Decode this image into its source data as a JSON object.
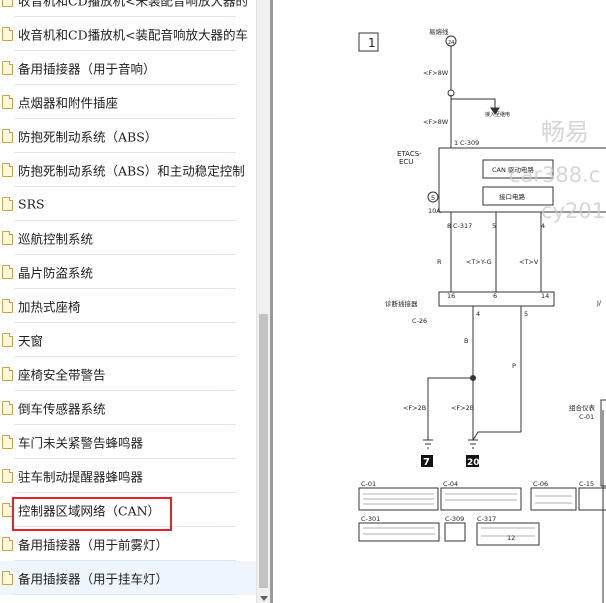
{
  "sidebar": {
    "items": [
      {
        "label": "收音机和CD播放机<未装配音响放大器的"
      },
      {
        "label": "收音机和CD播放机<装配音响放大器的车"
      },
      {
        "label": "备用插接器（用于音响）"
      },
      {
        "label": "点烟器和附件插座"
      },
      {
        "label": "防抱死制动系统（ABS）"
      },
      {
        "label": "防抱死制动系统（ABS）和主动稳定控制"
      },
      {
        "label": "SRS"
      },
      {
        "label": "巡航控制系统"
      },
      {
        "label": "晶片防盗系统"
      },
      {
        "label": "加热式座椅"
      },
      {
        "label": "天窗"
      },
      {
        "label": "座椅安全带警告"
      },
      {
        "label": "倒车传感器系统"
      },
      {
        "label": "车门未关紧警告蜂鸣器"
      },
      {
        "label": "驻车制动提醒器蜂鸣器"
      },
      {
        "label": "控制器区域网络（CAN）"
      },
      {
        "label": "备用插接器（用于前雾灯）"
      },
      {
        "label": "备用插接器（用于挂车灯）"
      }
    ],
    "highlighted_item": "控制器区域网络（CAN）",
    "selected_item": "备用插接器（用于挂车灯）"
  },
  "diagram": {
    "page_box": "1",
    "fuse_label": "易熔线",
    "fuse_num": "24",
    "wire_top_1": "<F>8W",
    "ref_note": "接入至继电",
    "wire_top_2": "<F>8W",
    "pin_1": "1",
    "conn_c309": "C-309",
    "ecu_label_1": "ETACS-",
    "ecu_label_2": "ECU",
    "can_drive": "CAN 驱动电路",
    "interface_circuit": "接口电路",
    "fuse_no": "5",
    "fuse_amp": "10A",
    "pin_8": "8",
    "conn_c317": "C-317",
    "pin_5": "5",
    "pin_4": "4",
    "wire_r": "R",
    "wire_tyg": "<T>Y-G",
    "wire_tv": "<T>V",
    "diag_conn_label": "诊断插接器",
    "conn_c26": "C-26",
    "pin_16": "16",
    "pin_6": "6",
    "pin_14": "14",
    "pin_4b": "4",
    "pin_5b": "5",
    "wire_b": "B",
    "wire_p": "P",
    "wire_f2b_1": "<F>2B",
    "wire_f2b_2": "<F>2B",
    "ground_7": "7",
    "ground_20": "20",
    "combi_meter": "组合仪表",
    "conn_c01r": "C-01",
    "right_j": "J/",
    "conn_c01": "C-01",
    "conn_c04": "C-04",
    "conn_c06": "C-06",
    "conn_c15": "C-15",
    "conn_c301": "C-301",
    "conn_c309b": "C-309",
    "conn_c317b": "C-317",
    "conn_pin_12": "12",
    "watermark_1": "畅易",
    "watermark_2": "car388.c",
    "watermark_3": "cy201"
  }
}
